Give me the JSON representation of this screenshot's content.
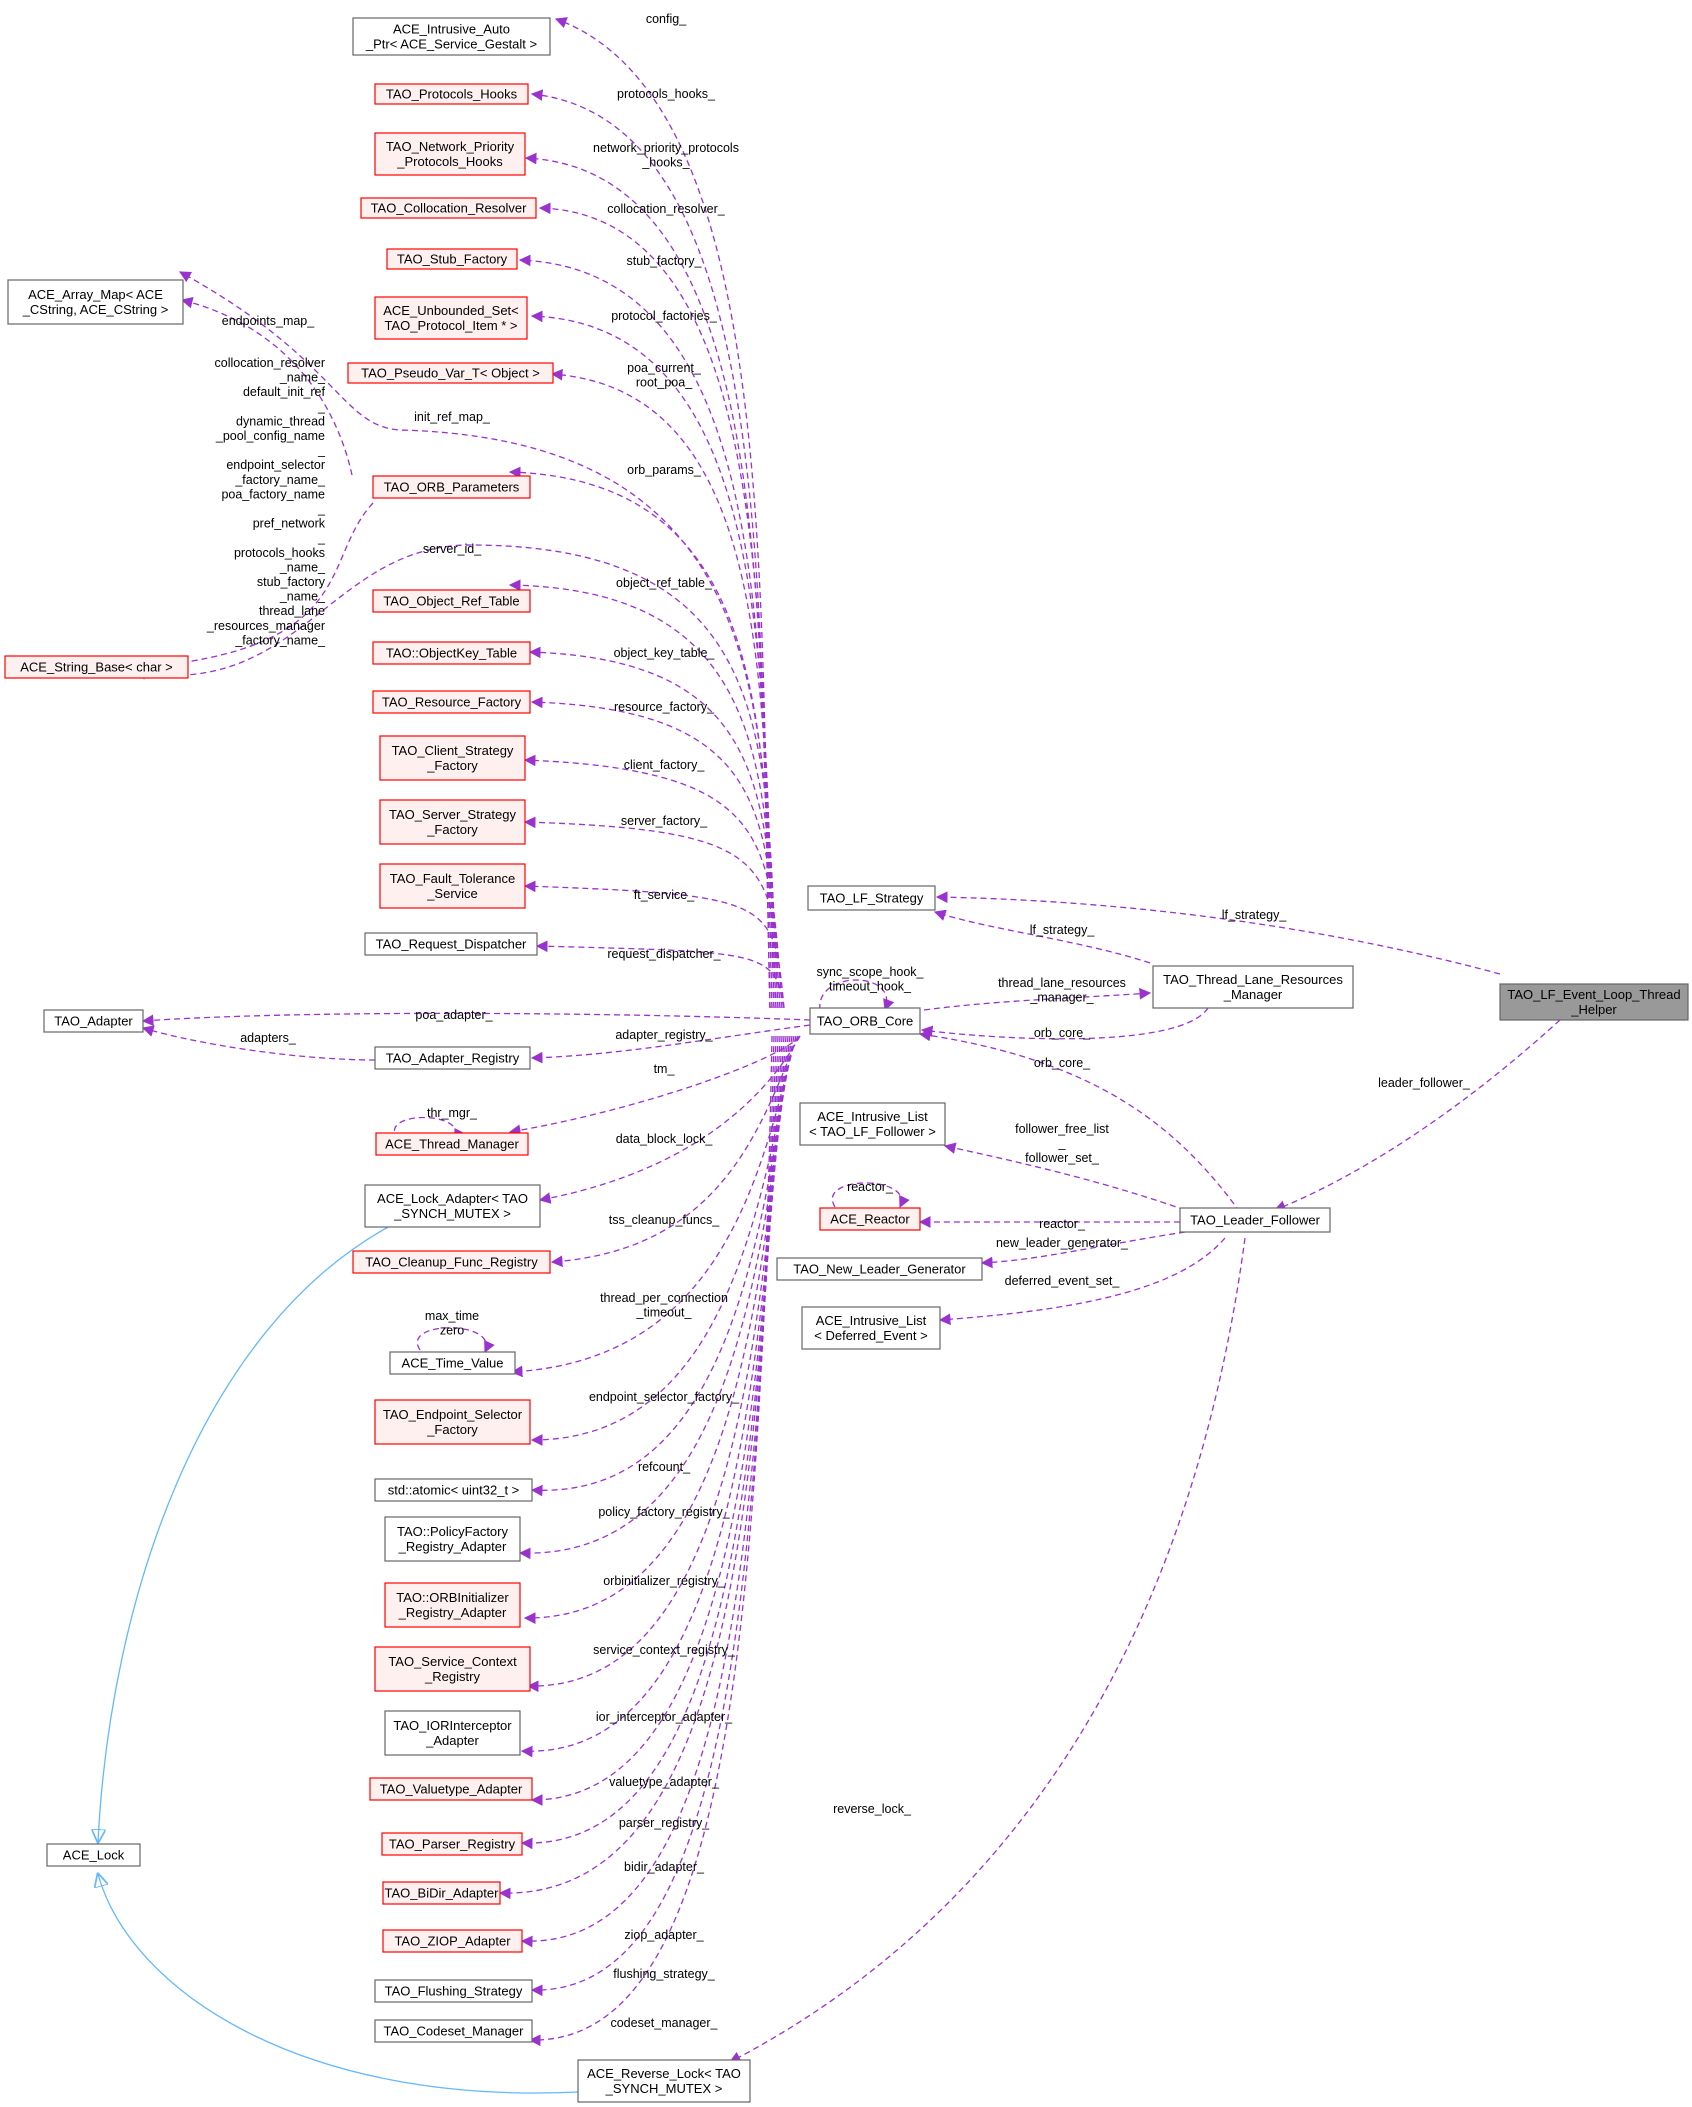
{
  "colors": {
    "edge_usage": "#9a32cd",
    "edge_inherit": "#63b8ff",
    "node_border": "#666666",
    "node_border_red": "#ff0000",
    "node_fill": "#ffffff",
    "node_fill_red": "#fff0f0",
    "node_fill_focus": "#999999"
  },
  "nodes": [
    {
      "id": "config_ptr",
      "lines": [
        "ACE_Intrusive_Auto",
        "_Ptr< ACE_Service_Gestalt >"
      ],
      "style": "plain"
    },
    {
      "id": "protocols_hooks",
      "lines": [
        "TAO_Protocols_Hooks"
      ],
      "style": "red"
    },
    {
      "id": "net_prio_hooks",
      "lines": [
        "TAO_Network_Priority",
        "_Protocols_Hooks"
      ],
      "style": "red"
    },
    {
      "id": "colloc_resolver",
      "lines": [
        "TAO_Collocation_Resolver"
      ],
      "style": "red"
    },
    {
      "id": "stub_factory",
      "lines": [
        "TAO_Stub_Factory"
      ],
      "style": "red"
    },
    {
      "id": "unbounded_set",
      "lines": [
        "ACE_Unbounded_Set<",
        "TAO_Protocol_Item * >"
      ],
      "style": "red"
    },
    {
      "id": "pseudo_var",
      "lines": [
        "TAO_Pseudo_Var_T< Object >"
      ],
      "style": "red"
    },
    {
      "id": "array_map",
      "lines": [
        "ACE_Array_Map< ACE",
        "_CString, ACE_CString >"
      ],
      "style": "plain"
    },
    {
      "id": "orb_params",
      "lines": [
        "TAO_ORB_Parameters"
      ],
      "style": "red"
    },
    {
      "id": "string_base",
      "lines": [
        "ACE_String_Base< char >"
      ],
      "style": "red"
    },
    {
      "id": "obj_ref_table",
      "lines": [
        "TAO_Object_Ref_Table"
      ],
      "style": "red"
    },
    {
      "id": "objkey_table",
      "lines": [
        "TAO::ObjectKey_Table"
      ],
      "style": "red"
    },
    {
      "id": "resource_factory",
      "lines": [
        "TAO_Resource_Factory"
      ],
      "style": "red"
    },
    {
      "id": "client_strategy",
      "lines": [
        "TAO_Client_Strategy",
        "_Factory"
      ],
      "style": "red"
    },
    {
      "id": "server_strategy",
      "lines": [
        "TAO_Server_Strategy",
        "_Factory"
      ],
      "style": "red"
    },
    {
      "id": "fault_tol",
      "lines": [
        "TAO_Fault_Tolerance",
        "_Service"
      ],
      "style": "red"
    },
    {
      "id": "req_dispatcher",
      "lines": [
        "TAO_Request_Dispatcher"
      ],
      "style": "plain"
    },
    {
      "id": "tao_adapter",
      "lines": [
        "TAO_Adapter"
      ],
      "style": "plain"
    },
    {
      "id": "adapter_registry",
      "lines": [
        "TAO_Adapter_Registry"
      ],
      "style": "plain"
    },
    {
      "id": "thread_manager",
      "lines": [
        "ACE_Thread_Manager"
      ],
      "style": "red"
    },
    {
      "id": "lock_adapter",
      "lines": [
        "ACE_Lock_Adapter< TAO",
        "_SYNCH_MUTEX >"
      ],
      "style": "plain"
    },
    {
      "id": "cleanup_reg",
      "lines": [
        "TAO_Cleanup_Func_Registry"
      ],
      "style": "red"
    },
    {
      "id": "time_value",
      "lines": [
        "ACE_Time_Value"
      ],
      "style": "plain"
    },
    {
      "id": "endpoint_sel",
      "lines": [
        "TAO_Endpoint_Selector",
        "_Factory"
      ],
      "style": "red"
    },
    {
      "id": "atomic",
      "lines": [
        "std::atomic< uint32_t >"
      ],
      "style": "plain"
    },
    {
      "id": "policy_factory",
      "lines": [
        "TAO::PolicyFactory",
        "_Registry_Adapter"
      ],
      "style": "plain"
    },
    {
      "id": "orbinit_reg",
      "lines": [
        "TAO::ORBInitializer",
        "_Registry_Adapter"
      ],
      "style": "red"
    },
    {
      "id": "svc_ctx_reg",
      "lines": [
        "TAO_Service_Context",
        "_Registry"
      ],
      "style": "red"
    },
    {
      "id": "ior_interceptor",
      "lines": [
        "TAO_IORInterceptor",
        "_Adapter"
      ],
      "style": "plain"
    },
    {
      "id": "valuetype_adapter",
      "lines": [
        "TAO_Valuetype_Adapter"
      ],
      "style": "red"
    },
    {
      "id": "parser_registry",
      "lines": [
        "TAO_Parser_Registry"
      ],
      "style": "red"
    },
    {
      "id": "bidir_adapter",
      "lines": [
        "TAO_BiDir_Adapter"
      ],
      "style": "red"
    },
    {
      "id": "ziop_adapter",
      "lines": [
        "TAO_ZIOP_Adapter"
      ],
      "style": "red"
    },
    {
      "id": "flushing",
      "lines": [
        "TAO_Flushing_Strategy"
      ],
      "style": "plain"
    },
    {
      "id": "codeset",
      "lines": [
        "TAO_Codeset_Manager"
      ],
      "style": "plain"
    },
    {
      "id": "ace_lock",
      "lines": [
        "ACE_Lock"
      ],
      "style": "plain"
    },
    {
      "id": "reverse_lock",
      "lines": [
        "ACE_Reverse_Lock< TAO",
        "_SYNCH_MUTEX >"
      ],
      "style": "plain"
    },
    {
      "id": "orb_core",
      "lines": [
        "TAO_ORB_Core"
      ],
      "style": "plain"
    },
    {
      "id": "lf_strategy",
      "lines": [
        "TAO_LF_Strategy"
      ],
      "style": "plain"
    },
    {
      "id": "thread_lane",
      "lines": [
        "TAO_Thread_Lane_Resources",
        "_Manager"
      ],
      "style": "plain"
    },
    {
      "id": "lf_helper",
      "lines": [
        "TAO_LF_Event_Loop_Thread",
        "_Helper"
      ],
      "style": "focus"
    },
    {
      "id": "intrusive_follower",
      "lines": [
        "ACE_Intrusive_List",
        "< TAO_LF_Follower >"
      ],
      "style": "plain"
    },
    {
      "id": "ace_reactor",
      "lines": [
        "ACE_Reactor"
      ],
      "style": "red"
    },
    {
      "id": "new_leader_gen",
      "lines": [
        "TAO_New_Leader_Generator"
      ],
      "style": "plain"
    },
    {
      "id": "intrusive_deferred",
      "lines": [
        "ACE_Intrusive_List",
        "< Deferred_Event >"
      ],
      "style": "plain"
    },
    {
      "id": "leader_follower",
      "lines": [
        "TAO_Leader_Follower"
      ],
      "style": "plain"
    }
  ],
  "edge_labels": [
    {
      "id": "lbl-config",
      "lines": [
        "config_"
      ]
    },
    {
      "id": "lbl-protocols-hooks",
      "lines": [
        "protocols_hooks_"
      ]
    },
    {
      "id": "lbl-net-prio",
      "lines": [
        "network_priority_protocols",
        "_hooks_"
      ]
    },
    {
      "id": "lbl-colloc",
      "lines": [
        "collocation_resolver_"
      ]
    },
    {
      "id": "lbl-stub-factory",
      "lines": [
        "stub_factory_"
      ]
    },
    {
      "id": "lbl-protocol-factories",
      "lines": [
        "protocol_factories_"
      ]
    },
    {
      "id": "lbl-poa-current",
      "lines": [
        "poa_current_",
        "root_poa_"
      ]
    },
    {
      "id": "lbl-endpoints-map",
      "lines": [
        "endpoints_map_"
      ]
    },
    {
      "id": "lbl-params-strings",
      "lines": [
        "collocation_resolver",
        "_name_",
        "default_init_ref",
        "_",
        "dynamic_thread",
        "_pool_config_name",
        "_",
        "endpoint_selector",
        "_factory_name_",
        "poa_factory_name",
        "_",
        "pref_network",
        "_",
        "protocols_hooks",
        "_name_",
        "stub_factory",
        "_name_",
        "thread_lane",
        "_resources_manager",
        "_factory_name_"
      ]
    },
    {
      "id": "lbl-init-ref-map",
      "lines": [
        "init_ref_map_"
      ]
    },
    {
      "id": "lbl-orb-params",
      "lines": [
        "orb_params_"
      ]
    },
    {
      "id": "lbl-server-id",
      "lines": [
        "server_id_"
      ]
    },
    {
      "id": "lbl-obj-ref-table",
      "lines": [
        "object_ref_table_"
      ]
    },
    {
      "id": "lbl-objkey-table",
      "lines": [
        "object_key_table_"
      ]
    },
    {
      "id": "lbl-resource-factory",
      "lines": [
        "resource_factory_"
      ]
    },
    {
      "id": "lbl-client-factory",
      "lines": [
        "client_factory_"
      ]
    },
    {
      "id": "lbl-server-factory",
      "lines": [
        "server_factory_"
      ]
    },
    {
      "id": "lbl-ft-service",
      "lines": [
        "ft_service_"
      ]
    },
    {
      "id": "lbl-req-dispatcher",
      "lines": [
        "request_dispatcher_"
      ]
    },
    {
      "id": "lbl-sync-scope",
      "lines": [
        "sync_scope_hook_",
        "timeout_hook_"
      ]
    },
    {
      "id": "lbl-poa-adapter",
      "lines": [
        "poa_adapter_"
      ]
    },
    {
      "id": "lbl-adapters",
      "lines": [
        "adapters_"
      ]
    },
    {
      "id": "lbl-adapter-registry",
      "lines": [
        "adapter_registry_"
      ]
    },
    {
      "id": "lbl-tm",
      "lines": [
        "tm_"
      ]
    },
    {
      "id": "lbl-thr-mgr",
      "lines": [
        "thr_mgr_"
      ]
    },
    {
      "id": "lbl-data-block-lock",
      "lines": [
        "data_block_lock_"
      ]
    },
    {
      "id": "lbl-tss-cleanup",
      "lines": [
        "tss_cleanup_funcs_"
      ]
    },
    {
      "id": "lbl-thread-per-conn",
      "lines": [
        "thread_per_connection",
        "_timeout_"
      ]
    },
    {
      "id": "lbl-max-time",
      "lines": [
        "max_time",
        "zero"
      ]
    },
    {
      "id": "lbl-endpoint-sel",
      "lines": [
        "endpoint_selector_factory_"
      ]
    },
    {
      "id": "lbl-refcount",
      "lines": [
        "refcount_"
      ]
    },
    {
      "id": "lbl-policy-factory",
      "lines": [
        "policy_factory_registry_"
      ]
    },
    {
      "id": "lbl-orbinit",
      "lines": [
        "orbinitializer_registry_"
      ]
    },
    {
      "id": "lbl-svc-ctx",
      "lines": [
        "service_context_registry_"
      ]
    },
    {
      "id": "lbl-ior",
      "lines": [
        "ior_interceptor_adapter_"
      ]
    },
    {
      "id": "lbl-valuetype",
      "lines": [
        "valuetype_adapter_"
      ]
    },
    {
      "id": "lbl-parser",
      "lines": [
        "parser_registry_"
      ]
    },
    {
      "id": "lbl-bidir",
      "lines": [
        "bidir_adapter_"
      ]
    },
    {
      "id": "lbl-ziop",
      "lines": [
        "ziop_adapter_"
      ]
    },
    {
      "id": "lbl-flushing",
      "lines": [
        "flushing_strategy_"
      ]
    },
    {
      "id": "lbl-codeset",
      "lines": [
        "codeset_manager_"
      ]
    },
    {
      "id": "lbl-lf-strategy-1",
      "lines": [
        "lf_strategy_"
      ]
    },
    {
      "id": "lbl-lf-strategy-2",
      "lines": [
        "lf_strategy_"
      ]
    },
    {
      "id": "lbl-thread-lane",
      "lines": [
        "thread_lane_resources",
        "_manager_"
      ]
    },
    {
      "id": "lbl-orb-core-1",
      "lines": [
        "orb_core_"
      ]
    },
    {
      "id": "lbl-orb-core-2",
      "lines": [
        "orb_core_"
      ]
    },
    {
      "id": "lbl-leader-follower",
      "lines": [
        "leader_follower_"
      ]
    },
    {
      "id": "lbl-follower-free",
      "lines": [
        "follower_free_list",
        "_",
        "follower_set_"
      ]
    },
    {
      "id": "lbl-reactor-self",
      "lines": [
        "reactor_"
      ]
    },
    {
      "id": "lbl-reactor",
      "lines": [
        "reactor_"
      ]
    },
    {
      "id": "lbl-new-leader",
      "lines": [
        "new_leader_generator_"
      ]
    },
    {
      "id": "lbl-deferred",
      "lines": [
        "deferred_event_set_"
      ]
    },
    {
      "id": "lbl-reverse-lock",
      "lines": [
        "reverse_lock_"
      ]
    }
  ]
}
